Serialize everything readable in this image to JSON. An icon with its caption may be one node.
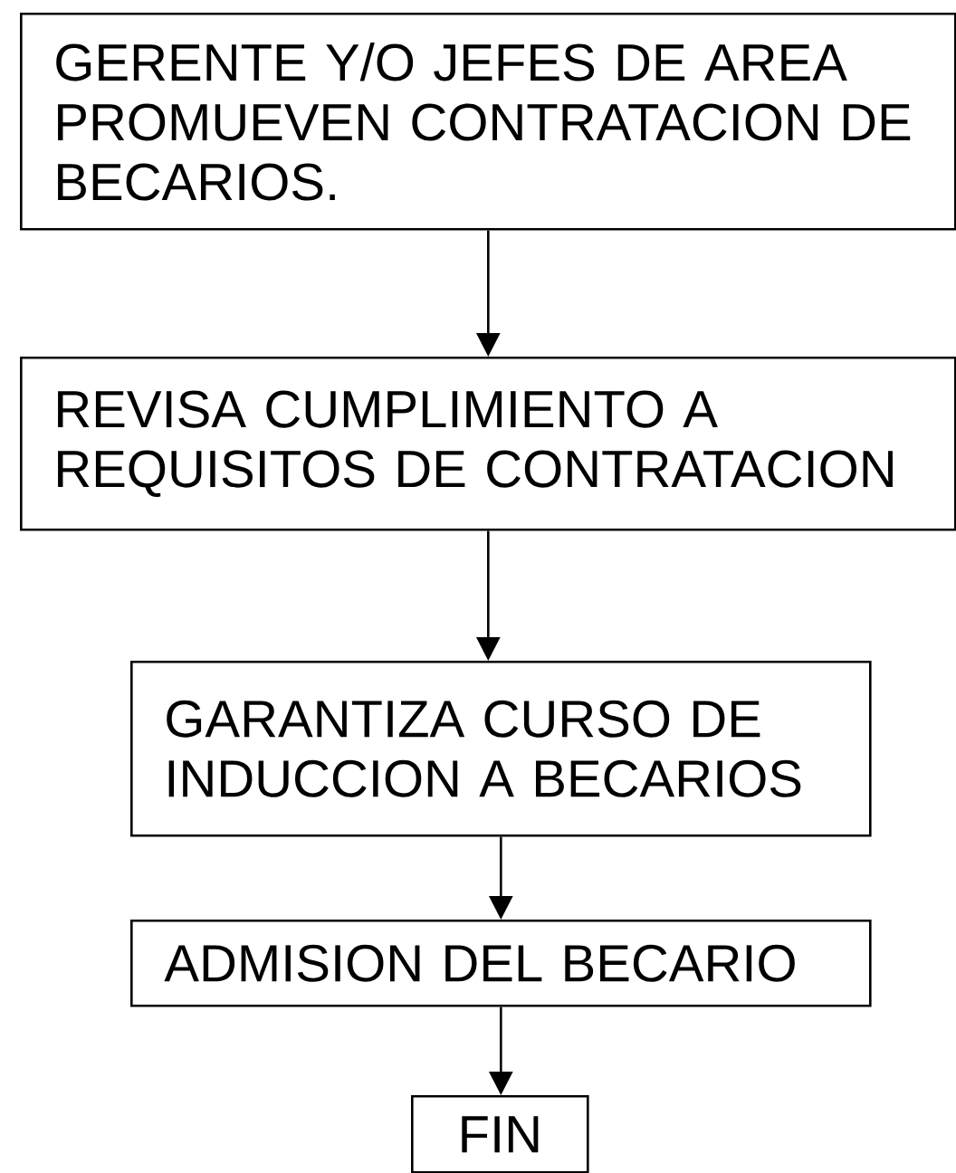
{
  "diagram": {
    "nodes": [
      {
        "text": [
          "GERENTE Y/O JEFES DE AREA PROMUEVEN CONTRATACION DE BECARIOS."
        ]
      },
      {
        "text": [
          "REVISA CUMPLIMIENTO A REQUISITOS DE CONTRATACION"
        ]
      },
      {
        "text": [
          "GARANTIZA CURSO DE INDUCCION A BECARIOS"
        ]
      },
      {
        "text": [
          "ADMISION DEL BECARIO"
        ]
      },
      {
        "text": [
          "FIN"
        ]
      }
    ],
    "edges": [
      {
        "from": 0,
        "to": 1,
        "arrow": "to"
      },
      {
        "from": 1,
        "to": 2,
        "arrow": "to"
      },
      {
        "from": 2,
        "to": 3,
        "arrow": "to"
      },
      {
        "from": 3,
        "to": 4,
        "arrow": "to"
      }
    ]
  }
}
